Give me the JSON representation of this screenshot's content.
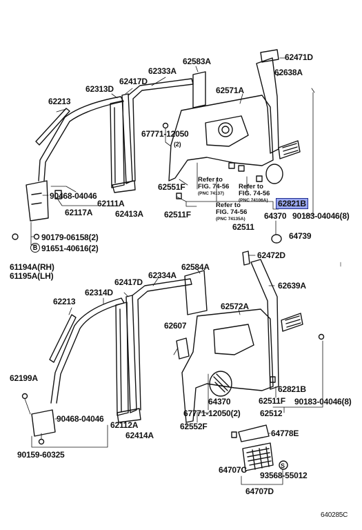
{
  "diagram_id": "640285C",
  "highlight_color": "#9aa7f0",
  "upper": {
    "labels": {
      "p62471D": "62471D",
      "p62638A": "62638A",
      "p62583A": "62583A",
      "p62333A": "62333A",
      "p62417D": "62417D",
      "p62313D": "62313D",
      "p62571A": "62571A",
      "p62213": "62213",
      "p67771": "67771-12050",
      "p2": "(2)",
      "p90468": "90468-04046",
      "p62111A": "62111A",
      "p62117A": "62117A",
      "p62413A": "62413A",
      "p62551F": "62551F",
      "p62511F": "62511F",
      "p62511": "62511",
      "p62821B": "62821B",
      "p64370": "64370",
      "p90183": "90183-04046(8)",
      "p64739": "64739",
      "p90179": "90179-06158(2)",
      "p91651": "91651-40616(2)",
      "p61194A": "61194A(RH)",
      "p61195A": "61195A(LH)"
    },
    "refs": [
      {
        "line1": "Refer to",
        "line2": "FIG. 74-56",
        "pnc": "(PNC 74137)"
      },
      {
        "line1": "Refer to",
        "line2": "FIG. 74-56",
        "pnc": "(PNC 74106A)"
      },
      {
        "line1": "Refer to",
        "line2": "FIG. 74-56",
        "pnc": "(PNC 74135A)"
      }
    ]
  },
  "lower": {
    "labels": {
      "p62584A": "62584A",
      "p62334A": "62334A",
      "p62472D": "62472D",
      "p62639A": "62639A",
      "p62417D": "62417D",
      "p62314D": "62314D",
      "p62213": "62213",
      "p62572A": "62572A",
      "p62607": "62607",
      "p62199A": "62199A",
      "p90468": "90468-04046",
      "p62112A": "62112A",
      "p62414A": "62414A",
      "p90159": "90159-60325",
      "p64370": "64370",
      "p67771": "67771-12050(2)",
      "p62552F": "62552F",
      "p62821B": "62821B",
      "p62511F": "62511F",
      "p62512": "62512",
      "p90183": "90183-04046(8)",
      "p64778E": "64778E",
      "p64707C": "64707C",
      "p93568": "93568-55012",
      "p64707D": "64707D"
    }
  }
}
